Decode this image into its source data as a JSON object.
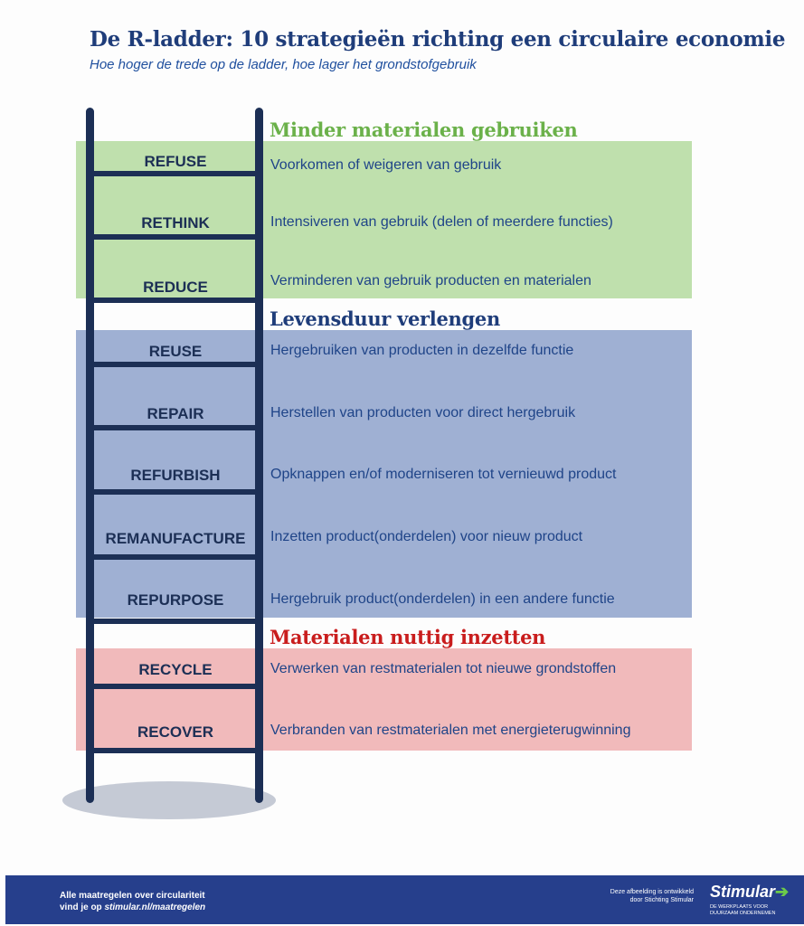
{
  "header": {
    "title": "De R-ladder: 10 strategieën richting een circulaire economie",
    "subtitle": "Hoe hoger de trede op de ladder, hoe lager het grondstofgebruik"
  },
  "groups": [
    {
      "heading": "Minder materialen gebruiken",
      "color": "#6bb14a",
      "band_color": "#bfe0ad",
      "steps": [
        {
          "label": "REFUSE",
          "description": "Voorkomen of weigeren van gebruik"
        },
        {
          "label": "RETHINK",
          "description": "Intensiveren van gebruik (delen of meerdere functies)"
        },
        {
          "label": "REDUCE",
          "description": "Verminderen van gebruik producten en materialen"
        }
      ]
    },
    {
      "heading": "Levensduur verlengen",
      "color": "#1f3d7a",
      "band_color": "#9fb0d3",
      "steps": [
        {
          "label": "REUSE",
          "description": "Hergebruiken van producten in dezelfde functie"
        },
        {
          "label": "REPAIR",
          "description": "Herstellen van producten voor direct hergebruik"
        },
        {
          "label": "REFURBISH",
          "description": "Opknappen en/of moderniseren tot vernieuwd product"
        },
        {
          "label": "REMANUFACTURE",
          "description": "Inzetten product(onderdelen) voor nieuw product"
        },
        {
          "label": "REPURPOSE",
          "description": "Hergebruik product(onderdelen) in een andere functie"
        }
      ]
    },
    {
      "heading": "Materialen nuttig inzetten",
      "color": "#c91d1d",
      "band_color": "#f1babb",
      "steps": [
        {
          "label": "RECYCLE",
          "description": "Verwerken van restmaterialen tot nieuwe grondstoffen"
        },
        {
          "label": "RECOVER",
          "description": "Verbranden van restmaterialen met energieterugwinning"
        }
      ]
    }
  ],
  "footer": {
    "left_line1": "Alle maatregelen over circulariteit",
    "left_line2_prefix": "vind je op ",
    "left_line2_link": "stimular.nl/maatregelen",
    "note_line1": "Deze afbeelding is ontwikkeld",
    "note_line2": "door Stichting Stimular",
    "logo": "Stimular",
    "tagline_line1": "DE WERKPLAATS VOOR",
    "tagline_line2": "DUURZAAM ONDERNEMEN"
  }
}
